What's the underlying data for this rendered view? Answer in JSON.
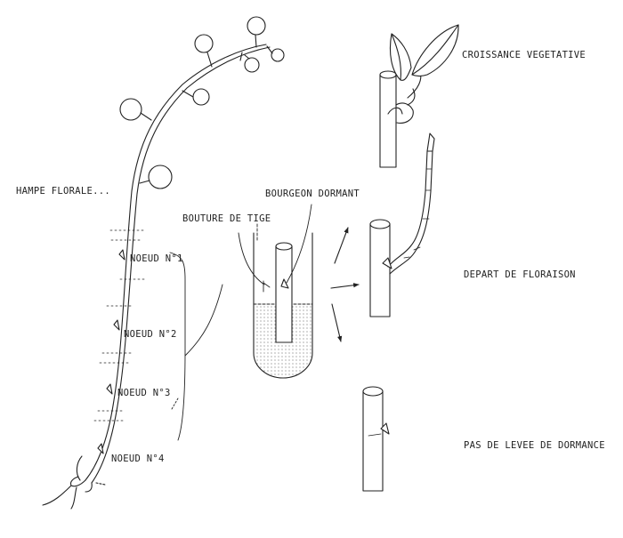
{
  "labels": {
    "hampe_florale": "HAMPE FLORALE...",
    "bouture_de_tige": "BOUTURE DE TIGE",
    "bourgeon_dormant": "BOURGEON DORMANT",
    "noeud_1": "NOEUD N°1",
    "noeud_2": "NOEUD N°2",
    "noeud_3": "NOEUD N°3",
    "noeud_4": "NOEUD N°4",
    "croissance_vegetative": "CROISSANCE VEGETATIVE",
    "depart_de_floraison": "DEPART DE FLORAISON",
    "pas_de_levee": "PAS DE LEVEE DE DORMANCE"
  },
  "colors": {
    "ink": "#222222",
    "paper": "#ffffff",
    "water_fill": "#e9e9e9"
  }
}
